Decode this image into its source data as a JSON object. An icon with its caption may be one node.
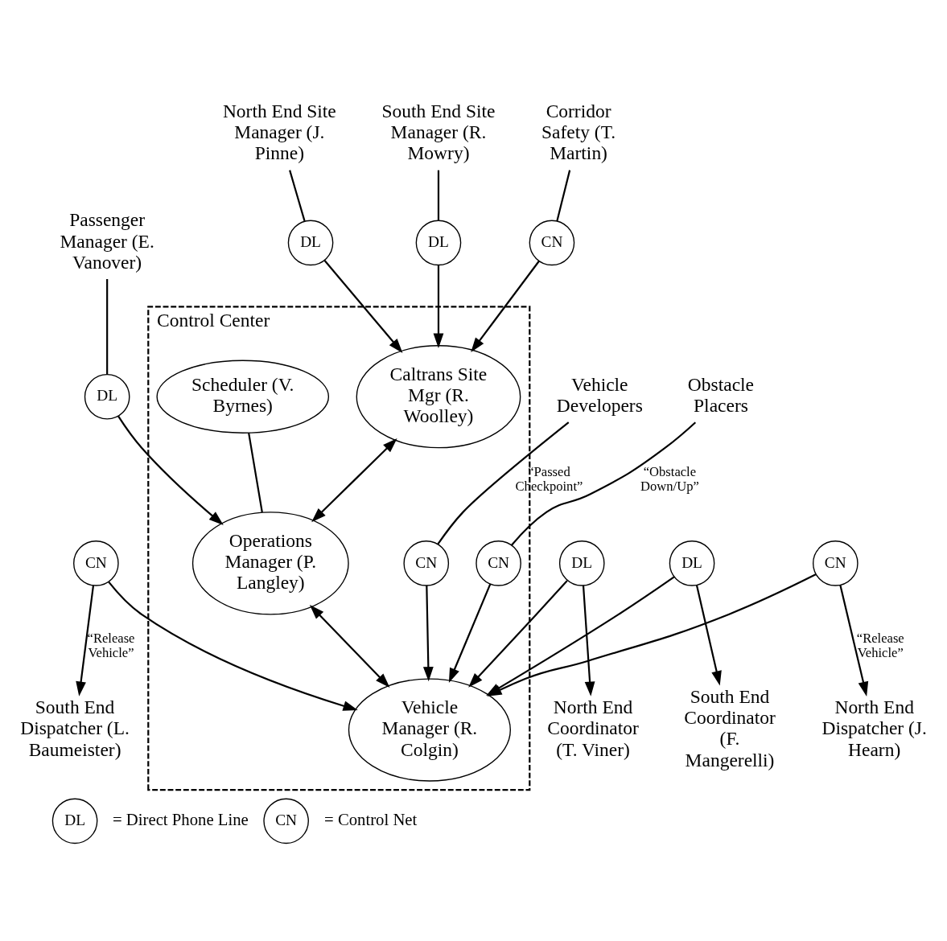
{
  "diagram": {
    "nodes": [
      {
        "text": [
          "Control Center"
        ]
      },
      {
        "text": [
          "South End Site Manager (R. Mowry)"
        ]
      },
      {
        "text": [
          "Corridor Safety (T. Martin)"
        ]
      },
      {
        "text": [
          "North End Site Manager (J. Pinne)"
        ]
      },
      {
        "text": [
          "DL"
        ]
      },
      {
        "text": [
          "CN"
        ]
      },
      {
        "text": [
          "DL"
        ]
      },
      {
        "text": [
          "Caltrans Site Mgr (R. Woolley)"
        ],
        "in": 0
      },
      {
        "text": [
          "Scheduler (V. Byrnes)"
        ],
        "in": 0
      },
      {
        "text": [
          "Operations Manager (P. Langley)"
        ],
        "in": 0
      },
      {
        "text": [
          "Passenger Manager (E. Vanover)"
        ]
      },
      {
        "text": [
          "DL"
        ]
      },
      {
        "text": [
          "Vehicle Developers"
        ]
      },
      {
        "text": [
          "CN"
        ],
        "in": 0
      },
      {
        "text": [
          "Obstacle Placers"
        ]
      },
      {
        "text": [
          "CN"
        ],
        "in": 0
      },
      {
        "text": [
          "Vehicle Manager (R. Colgin)"
        ],
        "in": 0
      },
      {
        "text": [
          "CN"
        ]
      },
      {
        "text": [
          "DL"
        ]
      },
      {
        "text": [
          "DL"
        ]
      },
      {
        "text": [
          "CN"
        ]
      },
      {
        "text": [
          "South End Dispatcher (L. Baumeister)"
        ]
      },
      {
        "text": [
          "South End Coordinator (F. Mangerelli)"
        ]
      },
      {
        "text": [
          "North End Coordinator (T. Viner)"
        ]
      },
      {
        "text": [
          "North End Dispatcher (J. Hearn)"
        ]
      },
      {
        "text": [
          "DL"
        ]
      },
      {
        "text": [
          "CN"
        ]
      }
    ],
    "edges": [
      {
        "from": 1,
        "to": 4,
        "arrow": "none"
      },
      {
        "from": 4,
        "to": 7,
        "arrow": "to"
      },
      {
        "from": 2,
        "to": 5,
        "arrow": "none"
      },
      {
        "from": 5,
        "to": 7,
        "arrow": "to"
      },
      {
        "from": 3,
        "to": 6,
        "arrow": "none"
      },
      {
        "from": 6,
        "to": 7,
        "arrow": "to"
      },
      {
        "from": 7,
        "to": 9,
        "arrow": "both"
      },
      {
        "from": 8,
        "to": 9,
        "arrow": "none"
      },
      {
        "from": 10,
        "to": 11,
        "arrow": "none"
      },
      {
        "from": 11,
        "to": 9,
        "arrow": "to"
      },
      {
        "from": 9,
        "to": 16,
        "arrow": "both"
      },
      {
        "from": 12,
        "to": 13,
        "arrow": "none",
        "label": "“Passed Checkpoint”"
      },
      {
        "from": 13,
        "to": 16,
        "arrow": "to"
      },
      {
        "from": 14,
        "to": 15,
        "arrow": "none",
        "label": "“Obstacle Down/Up”"
      },
      {
        "from": 15,
        "to": 16,
        "arrow": "to"
      },
      {
        "from": 17,
        "to": 16,
        "arrow": "to"
      },
      {
        "from": 18,
        "to": 16,
        "arrow": "to"
      },
      {
        "from": 19,
        "to": 16,
        "arrow": "to"
      },
      {
        "from": 20,
        "to": 16,
        "arrow": "to"
      },
      {
        "from": 17,
        "to": 21,
        "arrow": "to",
        "label": "“Release Vehicle”"
      },
      {
        "from": 18,
        "to": 22,
        "arrow": "to"
      },
      {
        "from": 19,
        "to": 23,
        "arrow": "to"
      },
      {
        "from": 20,
        "to": 24,
        "arrow": "to",
        "label": "“Release Vehicle”"
      }
    ],
    "labels": [
      "= Direct Phone Line",
      "= Control Net"
    ]
  }
}
